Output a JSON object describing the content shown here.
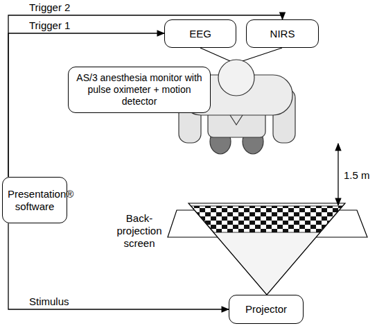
{
  "diagram": {
    "nodes": [
      {
        "text": [
          "EEG"
        ]
      },
      {
        "text": [
          "NIRS"
        ]
      },
      {
        "text": [
          "AS/3 anesthesia monitor with pulse oximeter + motion detector"
        ]
      },
      {
        "text": [
          "Presentation® software"
        ]
      },
      {
        "text": [
          "Projector"
        ]
      }
    ],
    "edges": [
      {
        "from": 3,
        "to": 0,
        "arrow": "to",
        "label": "Trigger 1"
      },
      {
        "from": 3,
        "to": 1,
        "arrow": "to",
        "label": "Trigger 2"
      },
      {
        "from": 3,
        "to": 4,
        "arrow": "to",
        "label": "Stimulus"
      }
    ],
    "labels": [
      "1.5 m",
      "Back-projection screen"
    ]
  }
}
